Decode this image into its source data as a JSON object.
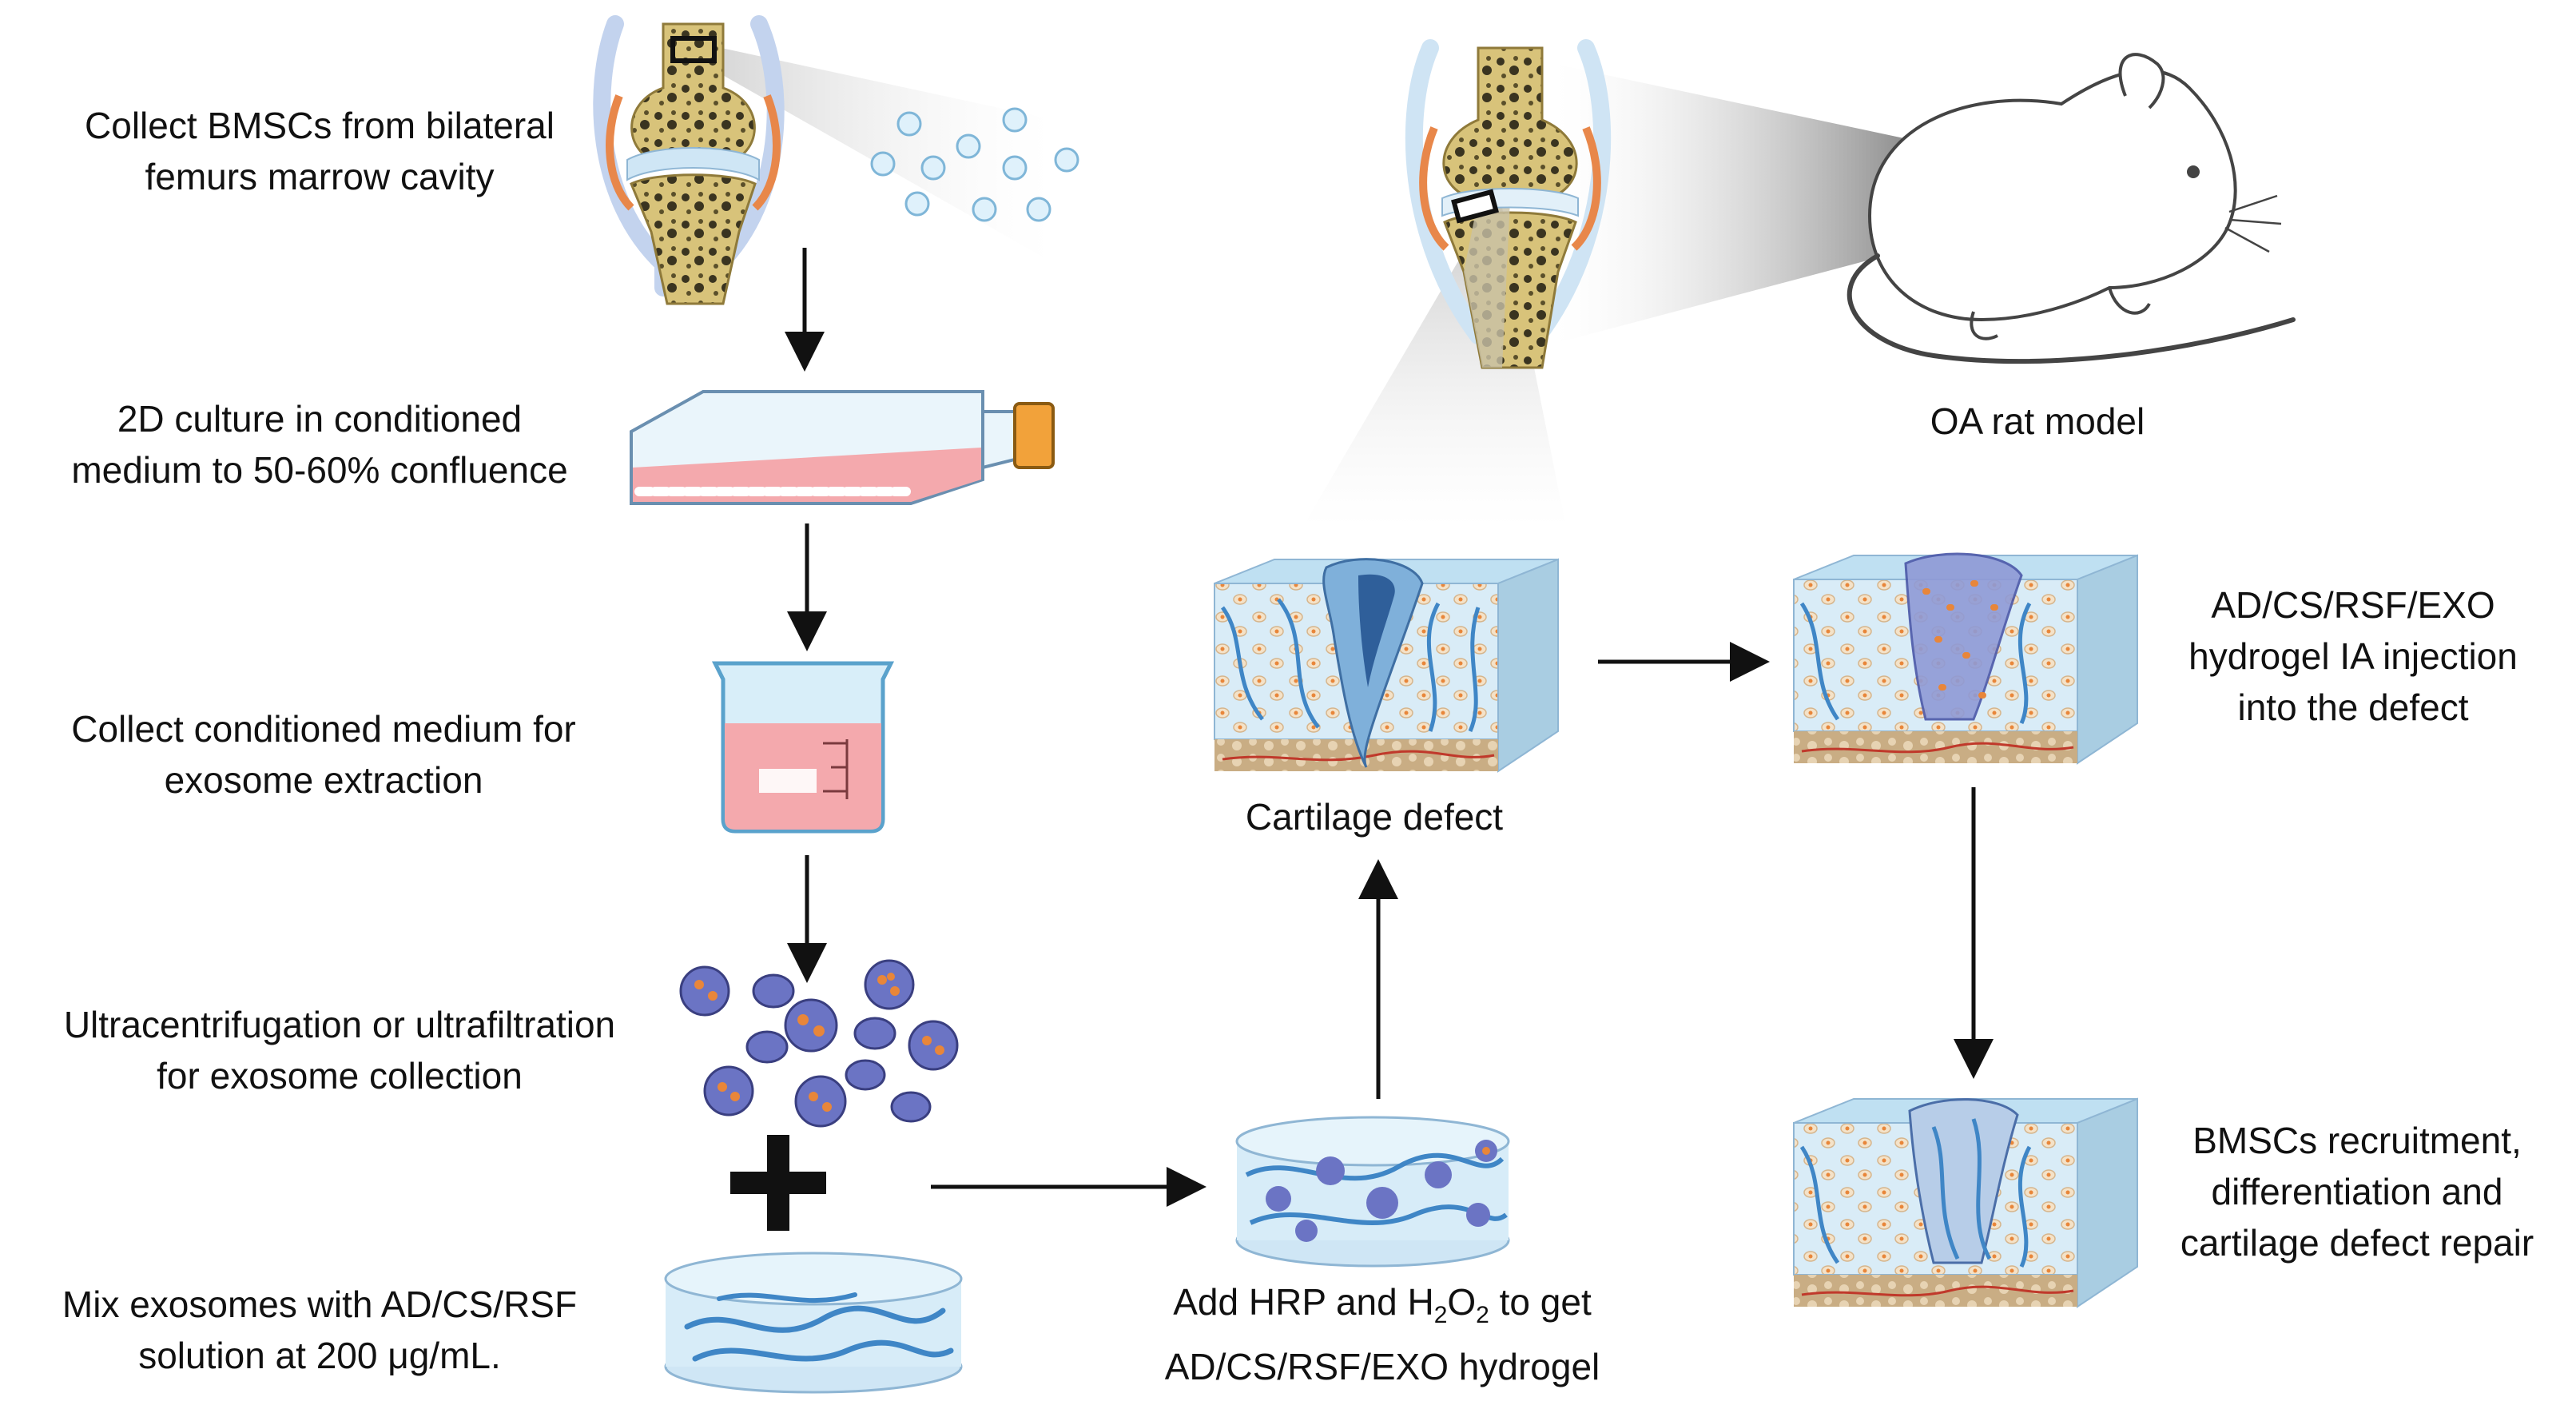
{
  "steps": {
    "collect_bmscs": {
      "line1": "Collect BMSCs from bilateral",
      "line2": "femurs marrow cavity"
    },
    "culture": {
      "line1": "2D culture in conditioned",
      "line2": "medium to 50-60% confluence"
    },
    "collect_medium": {
      "line1": "Collect conditioned medium for",
      "line2": "exosome extraction"
    },
    "ultracentrifugation": {
      "line1": "Ultracentrifugation or ultrafiltration",
      "line2": "for exosome collection"
    },
    "mix": {
      "line1": "Mix exosomes with AD/CS/RSF",
      "line2": "solution at 200 μg/mL."
    },
    "add_hrp": {
      "pre": "Add HRP and H",
      "sub1": "2",
      "mid": "O",
      "sub2": "2",
      "post": " to get",
      "line2": "AD/CS/RSF/EXO hydrogel"
    },
    "cartilage_defect": {
      "text": "Cartilage defect"
    },
    "oa_rat": {
      "text": "OA rat model"
    },
    "injection": {
      "line1": "AD/CS/RSF/EXO",
      "line2": "hydrogel IA injection",
      "line3": "into the defect"
    },
    "repair": {
      "line1": "BMSCs recruitment,",
      "line2": "differentiation and",
      "line3": "cartilage defect repair"
    }
  },
  "colors": {
    "bone": "#d8c37a",
    "bone_pore": "#3a3420",
    "cartilage": "#cfe6f5",
    "ligament": "#e8874a",
    "medium": "#f4a9ad",
    "exosome": "#6b74c4",
    "exosome_cargo": "#e8863a",
    "fiber": "#3f86c6",
    "block_top": "#bfe0f2",
    "block_bone": "#c9ad84",
    "vessel": "#c0392b",
    "cap": "#f2a23a"
  }
}
